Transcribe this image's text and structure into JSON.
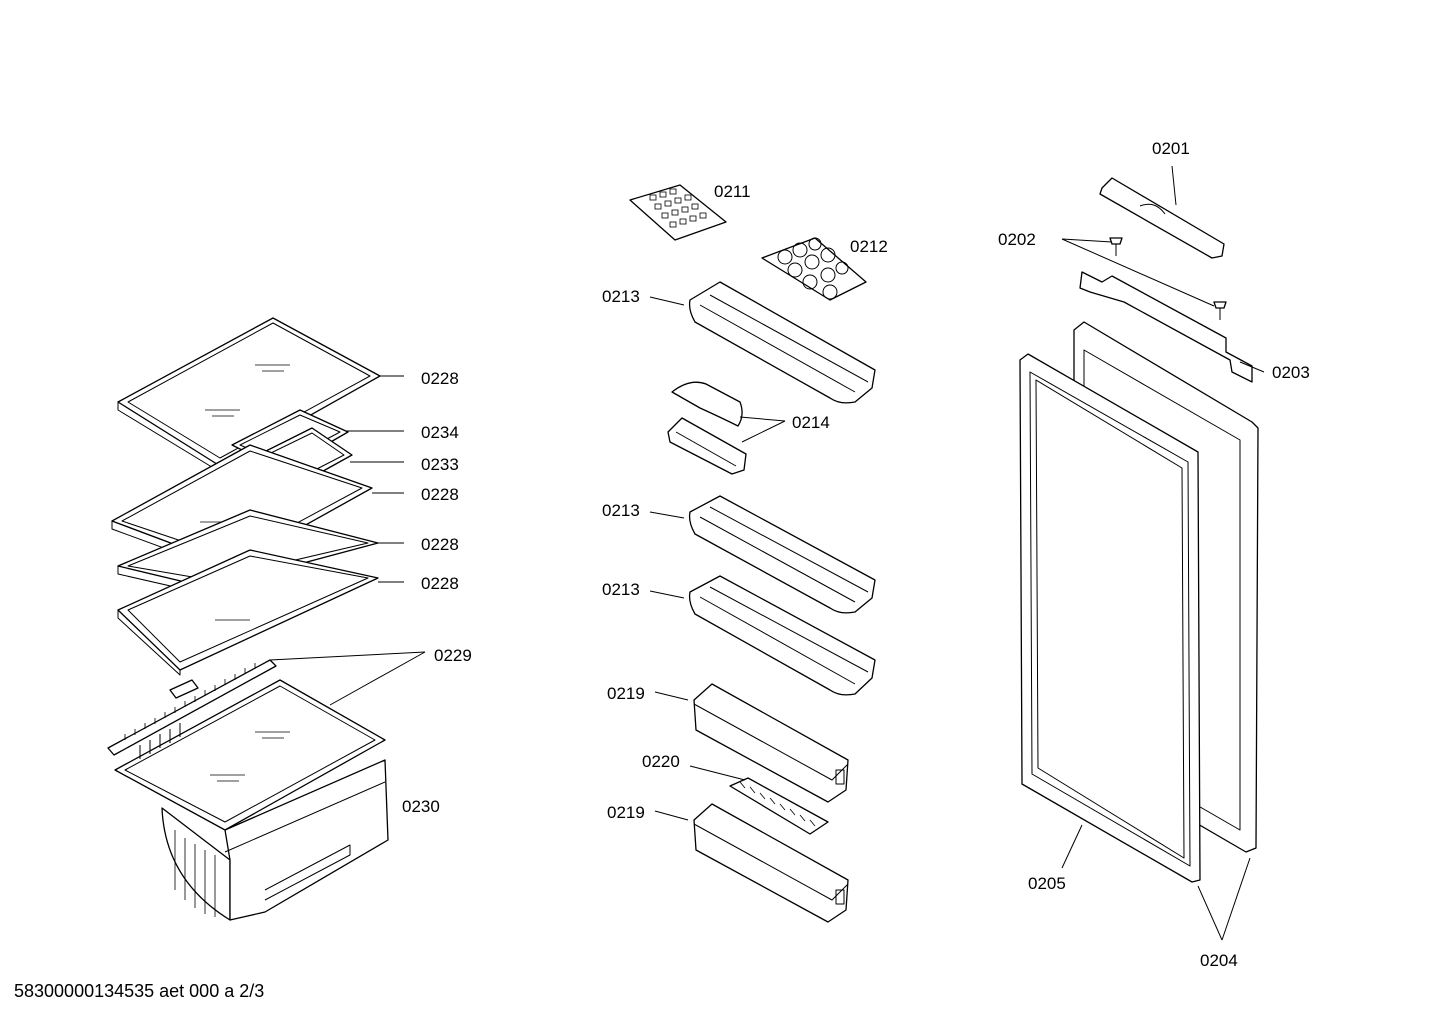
{
  "labels": {
    "p0201": "0201",
    "p0202": "0202",
    "p0203": "0203",
    "p0204": "0204",
    "p0205": "0205",
    "p0211": "0211",
    "p0212": "0212",
    "p0213_top": "0213",
    "p0213_mid": "0213",
    "p0213_low": "0213",
    "p0214": "0214",
    "p0219_top": "0219",
    "p0219_low": "0219",
    "p0220": "0220",
    "p0228_a": "0228",
    "p0228_b": "0228",
    "p0228_c": "0228",
    "p0228_d": "0228",
    "p0229": "0229",
    "p0230": "0230",
    "p0233": "0233",
    "p0234": "0234"
  },
  "footer": {
    "drawing_id": "58300000134535 aet 000 a 2/3"
  }
}
